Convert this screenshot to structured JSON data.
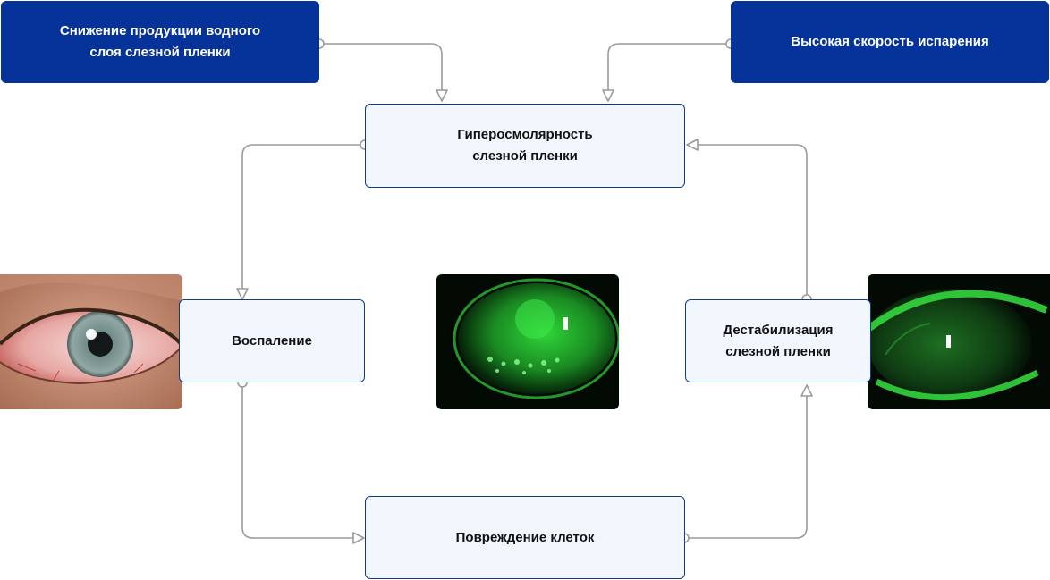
{
  "nodes": {
    "water_production": "Снижение продукции водного\nслоя слезной пленки",
    "evaporation": "Высокая скорость испарения",
    "hyperosmolarity": "Гиперосмолярность\nслезной пленки",
    "inflammation": "Воспаление",
    "destabilization": "Дестабилизация\nслезной пленки",
    "cell_damage": "Повреждение клеток"
  },
  "colors": {
    "dark_box": "#063399",
    "light_box": "#f2f6fd",
    "light_border": "#0f3a8e",
    "connector": "#9a9a9a",
    "fluorescein": "#2fd63a"
  }
}
